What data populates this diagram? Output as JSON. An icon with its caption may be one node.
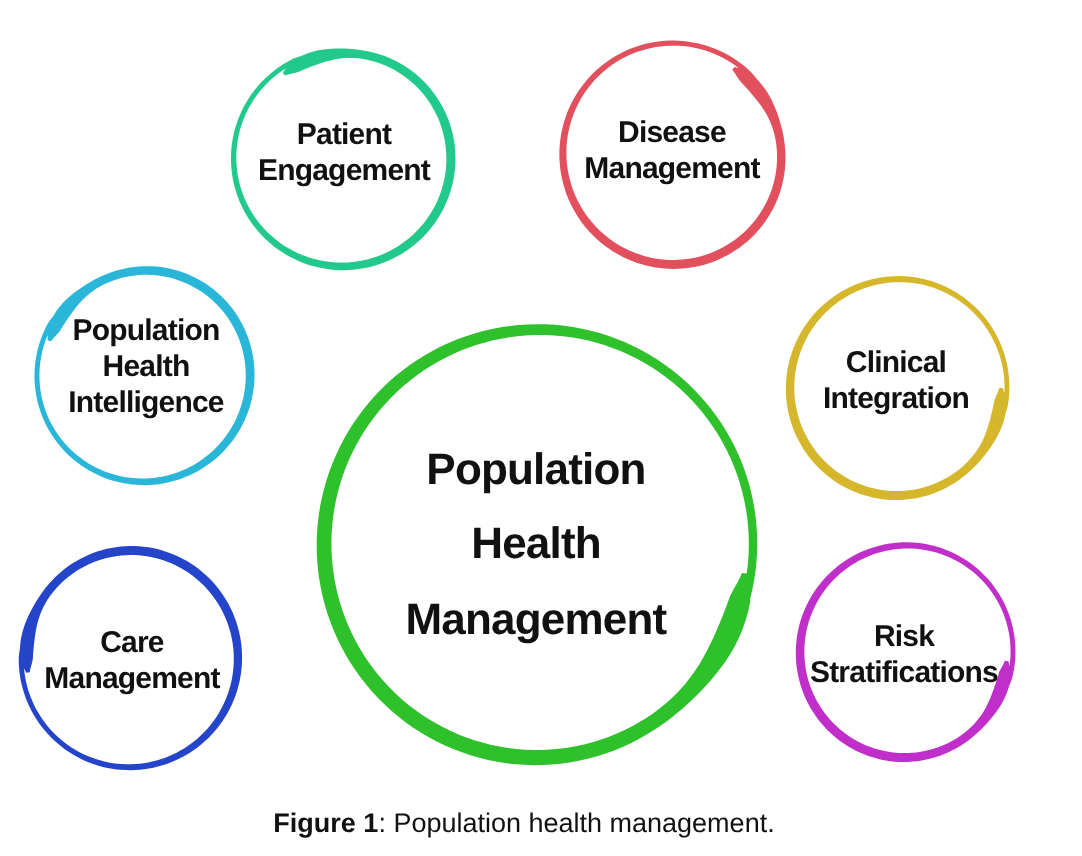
{
  "diagram": {
    "caption": "**Figure 1**: Population health management.",
    "nodes": [
      {
        "text": [
          "Patient Engagement"
        ]
      },
      {
        "text": [
          "Disease Management"
        ]
      },
      {
        "text": [
          "Population Health Intelligence"
        ]
      },
      {
        "text": [
          "Clinical Integration"
        ]
      },
      {
        "text": [
          "Population Health Management"
        ]
      },
      {
        "text": [
          "Care Management"
        ]
      },
      {
        "text": [
          "Risk Stratifications"
        ]
      }
    ],
    "edges": []
  }
}
